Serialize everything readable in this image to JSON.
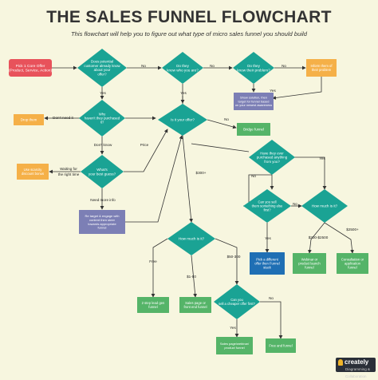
{
  "title": "THE SALES FUNNEL FLOWCHART",
  "subtitle": "This flowchart will help you to figure out what type of micro sales funnel you should build",
  "colors": {
    "diamond": "#1aa394",
    "start": "#e8525b",
    "orange": "#f5b048",
    "purple": "#7c7fb5",
    "green": "#55b468",
    "blue": "#1f6fb4",
    "line": "#333333",
    "background": "#f7f6df"
  },
  "nodes": [
    {
      "id": "n_start",
      "name": "start-node",
      "shape": "rect",
      "color": "start",
      "lines": [
        "Pick 1 Core Offer",
        "(Product, Service, Action)"
      ]
    },
    {
      "id": "d1",
      "name": "decision-demand",
      "shape": "diamond",
      "lines": [
        "Does potential",
        "customer already  know",
        "about your",
        "offer?"
      ]
    },
    {
      "id": "d2",
      "name": "decision-know-you",
      "shape": "diamond",
      "lines": [
        "Do they",
        "know who  you are?"
      ]
    },
    {
      "id": "d3",
      "name": "decision-know-problem",
      "shape": "diamond",
      "lines": [
        "Do they",
        "know their  problem?"
      ]
    },
    {
      "id": "n_inform",
      "name": "inform-problem-node",
      "shape": "rect",
      "color": "orange",
      "lines": [
        "Inform them of",
        "their problem"
      ]
    },
    {
      "id": "n_show",
      "name": "show-solution-node",
      "shape": "rect",
      "color": "purple",
      "lines": [
        "Show solution, then",
        "target for funnel based",
        "on your newest awareness"
      ]
    },
    {
      "id": "n_drop",
      "name": "drop-them-node",
      "shape": "rect",
      "color": "orange",
      "lines": [
        "Drop them"
      ]
    },
    {
      "id": "d4",
      "name": "decision-why-havent",
      "shape": "diamond",
      "lines": [
        "Why",
        "haven't they  purchased",
        "it?"
      ]
    },
    {
      "id": "d5",
      "name": "decision-offer-right",
      "shape": "diamond",
      "lines": [
        "Is it your offer?"
      ]
    },
    {
      "id": "n_bridge",
      "name": "bridge-funnel-node",
      "shape": "rect",
      "color": "green",
      "lines": [
        "Bridge funnel"
      ]
    },
    {
      "id": "n_scarcity",
      "name": "scarcity-node",
      "shape": "rect",
      "color": "orange",
      "lines": [
        "Use scarcity",
        "discount bonus"
      ]
    },
    {
      "id": "d6",
      "name": "decision-best-guess",
      "shape": "diamond",
      "lines": [
        "What's",
        "your  best  guess?"
      ]
    },
    {
      "id": "n_retarget",
      "name": "retarget-node",
      "shape": "rect",
      "color": "purple",
      "lines": [
        "Re target & engage with",
        "content then steer",
        "towards appropriate",
        "funnel"
      ]
    },
    {
      "id": "d7",
      "name": "decision-purchased-before",
      "shape": "diamond",
      "lines": [
        "Have they ever",
        "purchased  anything",
        "from you?"
      ]
    },
    {
      "id": "d8",
      "name": "decision-something-else",
      "shape": "diamond",
      "lines": [
        "Can you sell",
        "them something  else",
        "first?"
      ]
    },
    {
      "id": "d9",
      "name": "decision-how-much-right",
      "shape": "diamond",
      "lines": [
        "How much  is it?"
      ]
    },
    {
      "id": "d10",
      "name": "decision-how-much-main",
      "shape": "diamond",
      "lines": [
        "How much  is it?"
      ]
    },
    {
      "id": "n_different",
      "name": "different-offer-node",
      "shape": "rect",
      "color": "blue",
      "lines": [
        "Pick a different",
        "offer then Funnel",
        "stack"
      ]
    },
    {
      "id": "n_webinar",
      "name": "webinar-funnel-node",
      "shape": "rect",
      "color": "green",
      "lines": [
        "Webinar or",
        "product launch",
        "funnel"
      ]
    },
    {
      "id": "n_consult",
      "name": "consultation-funnel-node",
      "shape": "rect",
      "color": "green",
      "lines": [
        "Consultation or",
        "application",
        "funnel"
      ]
    },
    {
      "id": "n_2step",
      "name": "two-step-funnel-node",
      "shape": "rect",
      "color": "green",
      "lines": [
        "2 step lead gen",
        "funnel"
      ]
    },
    {
      "id": "n_salespage",
      "name": "sales-page-funnel-node",
      "shape": "rect",
      "color": "green",
      "lines": [
        "Sales page or",
        "front end funnel"
      ]
    },
    {
      "id": "d11",
      "name": "decision-cheaper-offer",
      "shape": "diamond",
      "lines": [
        "Can you",
        "sell a cheaper  offer first?"
      ]
    },
    {
      "id": "n_webinar2",
      "name": "sales-page-webinar-node",
      "shape": "rect",
      "color": "green",
      "lines": [
        "Sales page/webinar/",
        "product funnel"
      ]
    },
    {
      "id": "n_free",
      "name": "free-funnel-node",
      "shape": "rect",
      "color": "green",
      "lines": [
        "Free and funnel"
      ]
    }
  ],
  "edge_labels": [
    {
      "id": "l_no1",
      "text": "No"
    },
    {
      "id": "l_no2",
      "text": "No"
    },
    {
      "id": "l_no3",
      "text": "No"
    },
    {
      "id": "l_yes1",
      "text": "Yes"
    },
    {
      "id": "l_yes2",
      "text": "Yes"
    },
    {
      "id": "l_yes3",
      "text": "Yes"
    },
    {
      "id": "l_dontneed",
      "text": "Don't need it"
    },
    {
      "id": "l_dontknow",
      "text": "Don't know"
    },
    {
      "id": "l_price",
      "text": "Price"
    },
    {
      "id": "l_no4",
      "text": "No"
    },
    {
      "id": "l_waiting",
      "text": "Waiting for"
    },
    {
      "id": "l_waiting2",
      "text": "the right time"
    },
    {
      "id": "l_moreinfo",
      "text": "Need more info"
    },
    {
      "id": "l_300p",
      "text": "$300+"
    },
    {
      "id": "l_no5",
      "text": "No"
    },
    {
      "id": "l_yes4",
      "text": "Yes"
    },
    {
      "id": "l_yes5",
      "text": "Yes"
    },
    {
      "id": "l_no6",
      "text": "No"
    },
    {
      "id": "l_300_2500",
      "text": "$300-$2500"
    },
    {
      "id": "l_2500p",
      "text": "$2500+"
    },
    {
      "id": "l_free",
      "text": "Free"
    },
    {
      "id": "l_1_50",
      "text": "$1-50"
    },
    {
      "id": "l_50_300",
      "text": "$50-300"
    },
    {
      "id": "l_yes6",
      "text": "Yes"
    },
    {
      "id": "l_no7",
      "text": "No"
    }
  ],
  "logo": {
    "brand": "creately",
    "tagline": "Diagramming & Collaboration"
  }
}
